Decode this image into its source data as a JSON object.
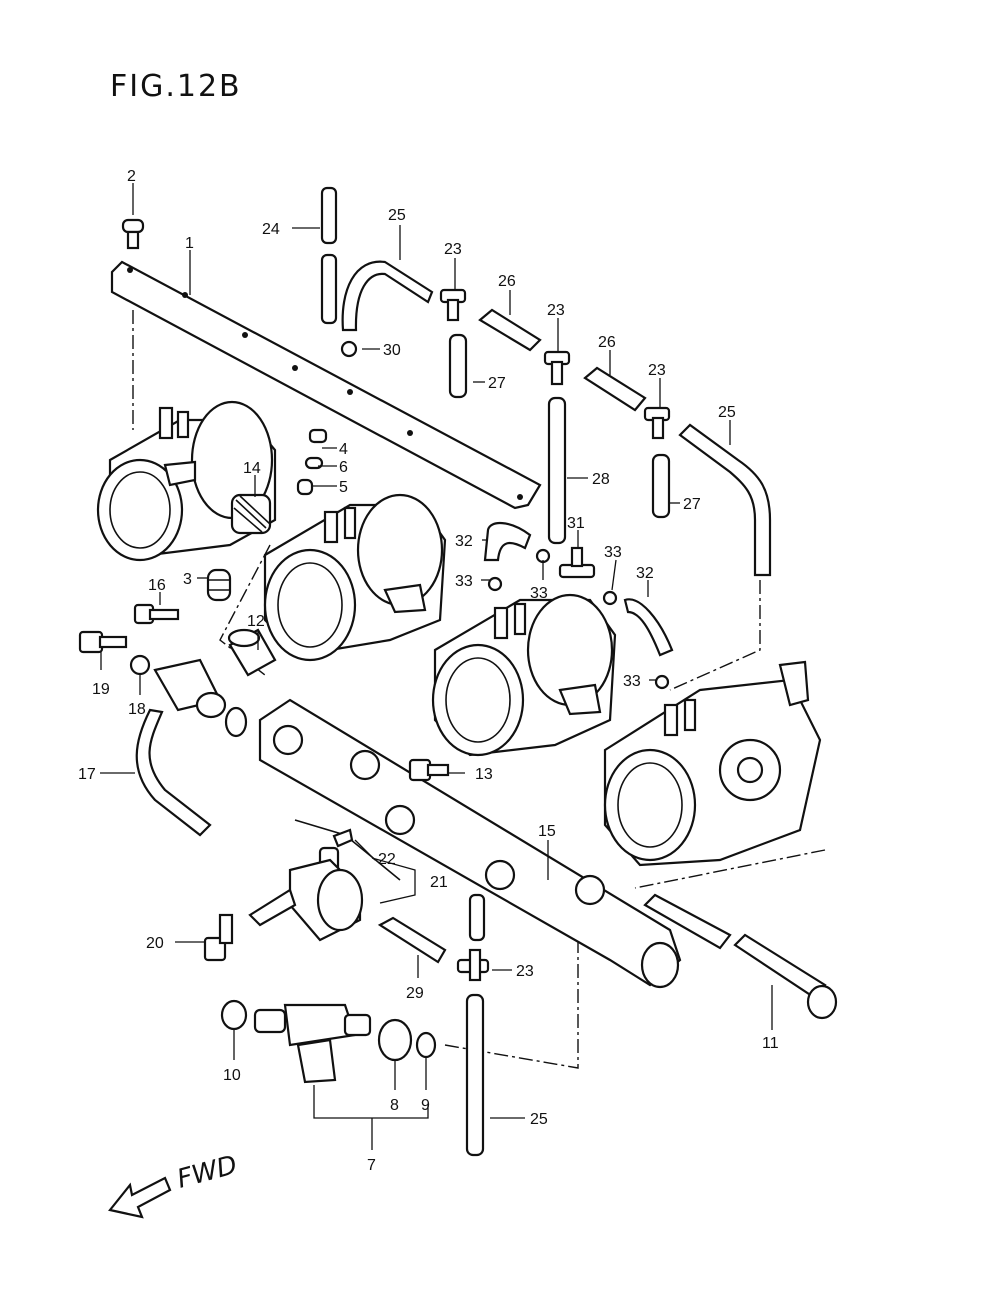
{
  "figure": {
    "title": "FIG.12B",
    "direction_label": "FWD"
  },
  "callouts": {
    "c1": "1",
    "c2": "2",
    "c3": "3",
    "c4": "4",
    "c5": "5",
    "c6": "6",
    "c7": "7",
    "c8": "8",
    "c9": "9",
    "c10": "10",
    "c11": "11",
    "c12": "12",
    "c13": "13",
    "c14": "14",
    "c15": "15",
    "c16": "16",
    "c17": "17",
    "c18": "18",
    "c19": "19",
    "c20": "20",
    "c21": "21",
    "c22": "22",
    "c23a": "23",
    "c23b": "23",
    "c23c": "23",
    "c23d": "23",
    "c24": "24",
    "c25a": "25",
    "c25b": "25",
    "c25c": "25",
    "c26a": "26",
    "c26b": "26",
    "c27a": "27",
    "c27b": "27",
    "c28": "28",
    "c29": "29",
    "c30": "30",
    "c31": "31",
    "c32a": "32",
    "c32b": "32",
    "c33a": "33",
    "c33b": "33",
    "c33c": "33",
    "c33d": "33"
  }
}
